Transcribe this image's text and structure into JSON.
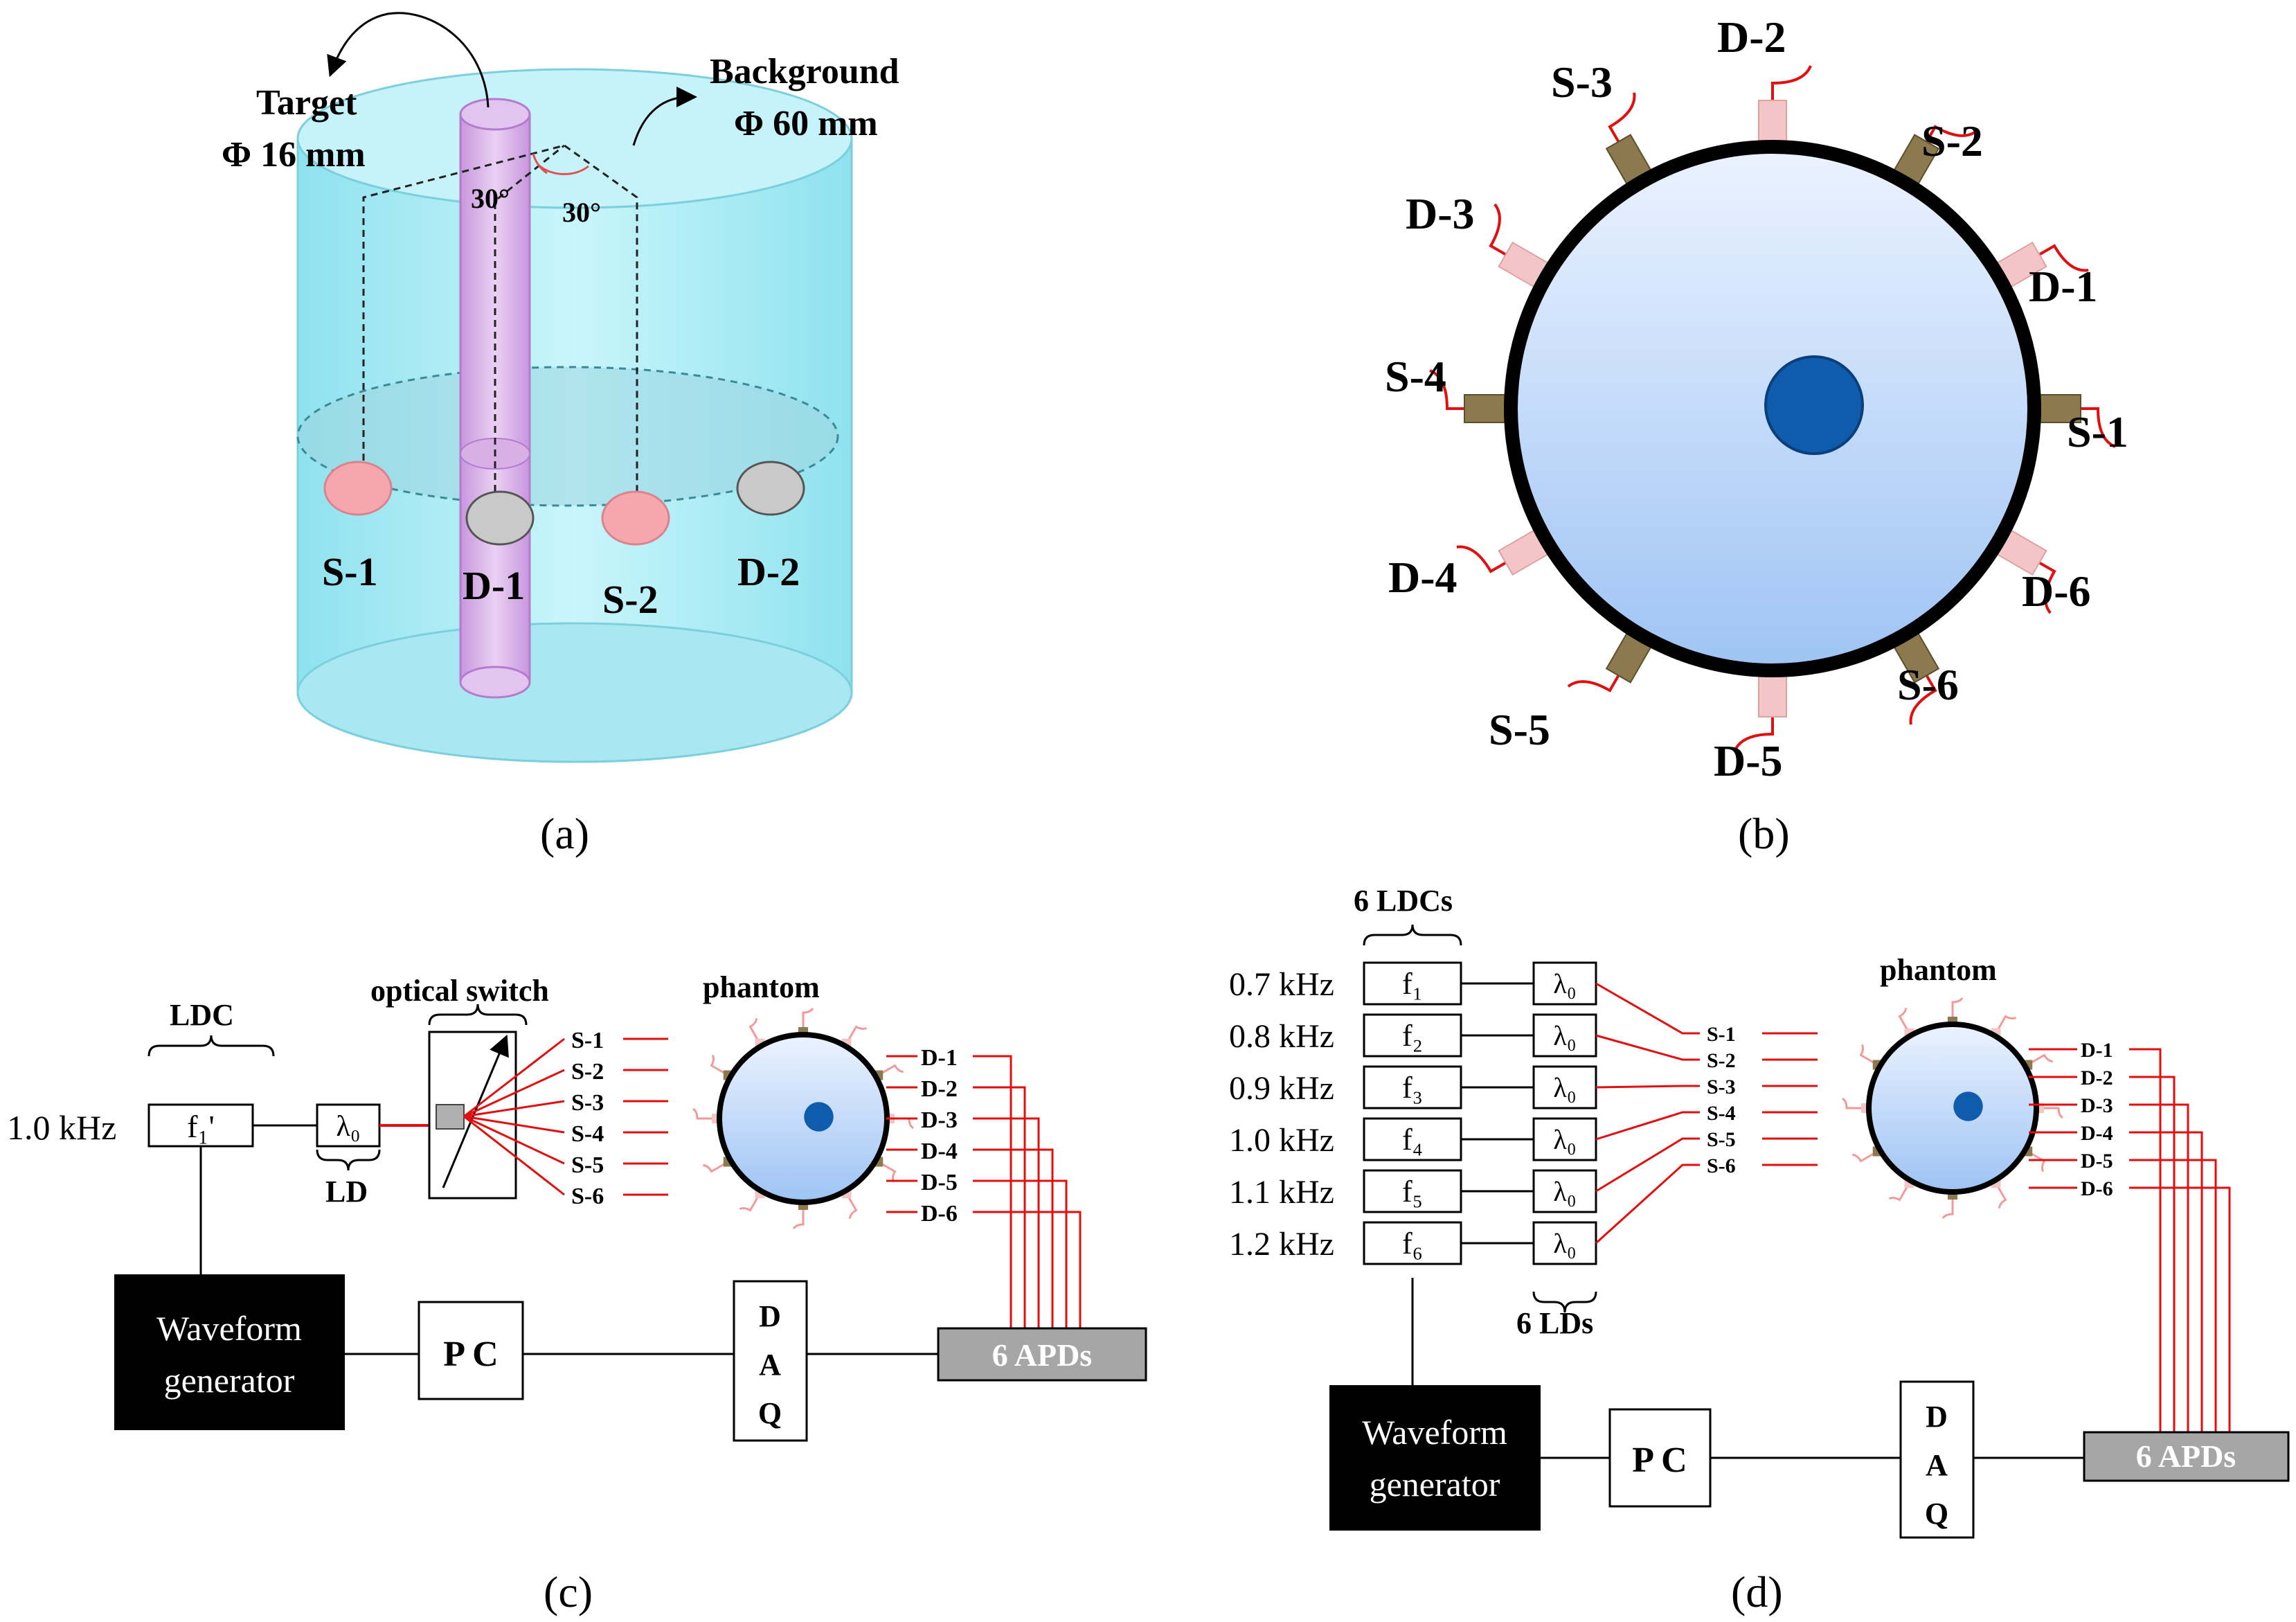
{
  "panel_a": {
    "caption": "(a)",
    "target_label": "Target",
    "target_size": "Φ 16 mm",
    "background_label": "Background",
    "background_size": "Φ 60 mm",
    "angle1": "30°",
    "angle2": "30°",
    "probes": [
      "S-1",
      "D-1",
      "S-2",
      "D-2"
    ],
    "colors": {
      "source": "#f4a0a8",
      "detector": "#c8c8c8",
      "cylinder": "#a8ecf4",
      "target": "#d7aee6"
    }
  },
  "panel_b": {
    "caption": "(b)",
    "labels": {
      "d2": "D-2",
      "s3": "S-3",
      "s2": "S-2",
      "d3": "D-3",
      "d1": "D-1",
      "s4": "S-4",
      "s1": "S-1",
      "d4": "D-4",
      "d6": "D-6",
      "s5": "S-5",
      "d5": "D-5",
      "s6": "S-6"
    },
    "colors": {
      "disk": "#bcd6fa",
      "ring": "#000000",
      "target": "#0f5cad",
      "fiber": "#e01010",
      "source_holder": "#8c7a4e",
      "detector_holder": "#f2c6c6"
    }
  },
  "panel_c": {
    "caption": "(c)",
    "ldc_label": "LDC",
    "freq": "1.0 kHz",
    "freq_box": "f₁'",
    "ld_label": "LD",
    "lambda": "λ₀",
    "optical_switch": "optical switch",
    "phantom": "phantom",
    "sources": [
      "S-1",
      "S-2",
      "S-3",
      "S-4",
      "S-5",
      "S-6"
    ],
    "detectors": [
      "D-1",
      "D-2",
      "D-3",
      "D-4",
      "D-5",
      "D-6"
    ],
    "waveform_1": "Waveform",
    "waveform_2": "generator",
    "pc": "P C",
    "daq": [
      "D",
      "A",
      "Q"
    ],
    "apds": "6 APDs"
  },
  "panel_d": {
    "caption": "(d)",
    "ldcs_label": "6 LDCs",
    "lds_label": "6 LDs",
    "freqs": [
      "0.7 kHz",
      "0.8 kHz",
      "0.9 kHz",
      "1.0 kHz",
      "1.1 kHz",
      "1.2 kHz"
    ],
    "fboxes": [
      "f₁",
      "f₂",
      "f₃",
      "f₄",
      "f₅",
      "f₆"
    ],
    "lambda": "λ₀",
    "phantom": "phantom",
    "sources": [
      "S-1",
      "S-2",
      "S-3",
      "S-4",
      "S-5",
      "S-6"
    ],
    "detectors": [
      "D-1",
      "D-2",
      "D-3",
      "D-4",
      "D-5",
      "D-6"
    ],
    "waveform_1": "Waveform",
    "waveform_2": "generator",
    "pc": "P C",
    "daq": [
      "D",
      "A",
      "Q"
    ],
    "apds": "6 APDs"
  }
}
